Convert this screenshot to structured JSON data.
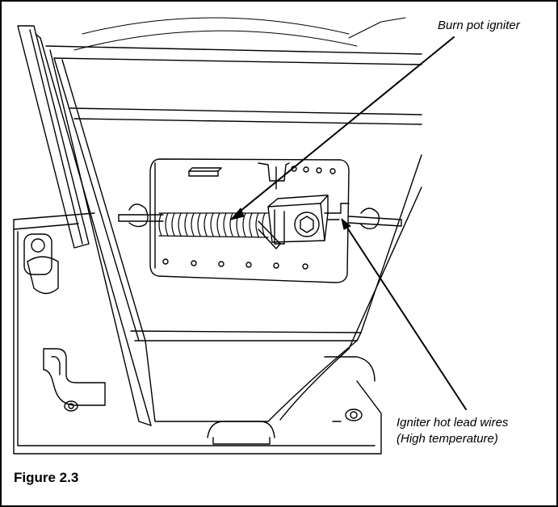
{
  "figure": {
    "caption": "Figure 2.3",
    "callouts": {
      "burn_pot_igniter": "Burn pot igniter",
      "hot_lead_line1": "Igniter hot lead wires",
      "hot_lead_line2": "(High temperature)"
    }
  },
  "colors": {
    "line": "#000000",
    "background": "#ffffff",
    "frame": "#000000"
  }
}
